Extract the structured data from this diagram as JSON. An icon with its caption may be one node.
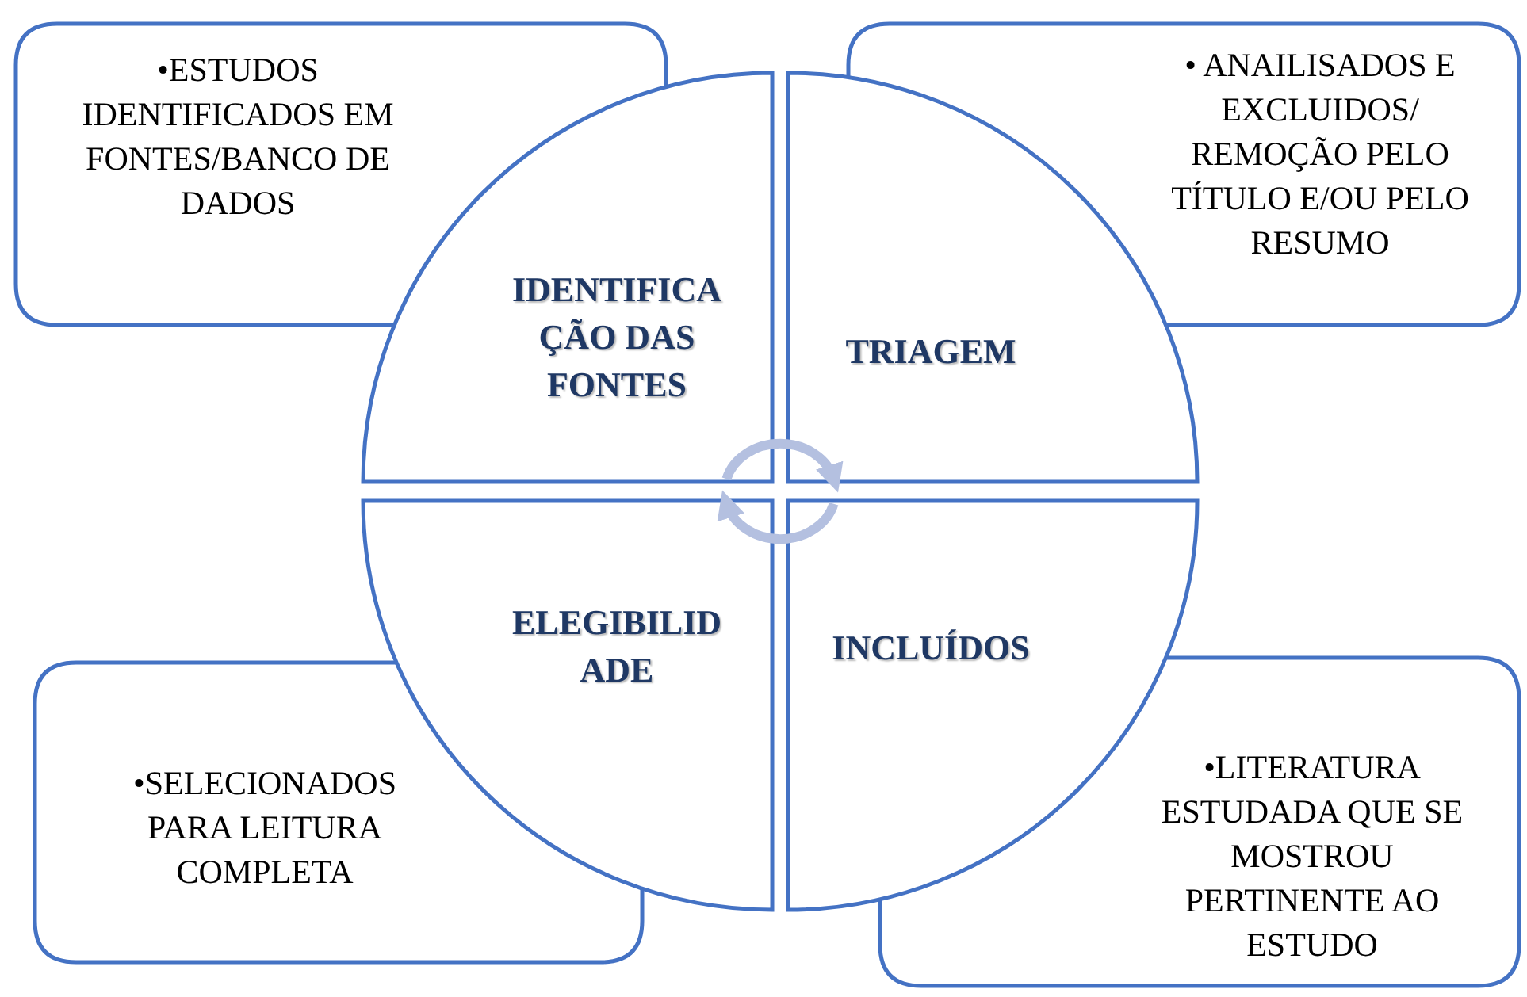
{
  "diagram": {
    "nodes": [
      {
        "text": [
          "•ESTUDOS IDENTIFICADOS EM FONTES/BANCO DE DADOS"
        ]
      },
      {
        "text": [
          "IDENTIFICA ÇÃO DAS FONTES"
        ]
      },
      {
        "text": [
          "TRIAGEM"
        ]
      },
      {
        "text": [
          "• ANAILISADOS E EXCLUIDOS/ REMOÇÃO PELO TÍTULO E/OU PELO RESUMO"
        ]
      },
      {
        "text": [
          "ELEGIBILID ADE"
        ]
      },
      {
        "text": [
          "INCLUÍDOS"
        ]
      },
      {
        "text": [
          "•SELECIONADOS PARA LEITURA COMPLETA"
        ]
      },
      {
        "text": [
          "•LITERATURA ESTUDADA QUE SE MOSTROU PERTINENTE AO ESTUDO"
        ]
      }
    ],
    "edges": [
      {
        "from": 1,
        "to": 2,
        "arrow": "to"
      },
      {
        "from": 5,
        "to": 4,
        "arrow": "to"
      }
    ]
  }
}
